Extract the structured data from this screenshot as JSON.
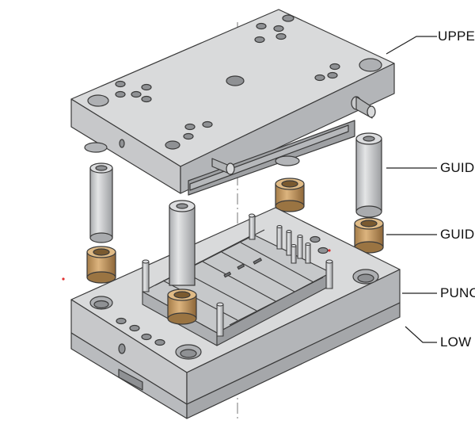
{
  "callouts": {
    "upper": "UPPE",
    "guide_post": "GUID",
    "guide_bushing": "GUID",
    "punch": "PUNC",
    "lower": "LOW"
  },
  "colors": {
    "steel_light": "#d9dadb",
    "steel_mid": "#c2c4c6",
    "steel_dark": "#9a9c9f",
    "bronze": "#c9a06a",
    "bronze_dark": "#9a7442",
    "outline": "#3a3a3a"
  }
}
